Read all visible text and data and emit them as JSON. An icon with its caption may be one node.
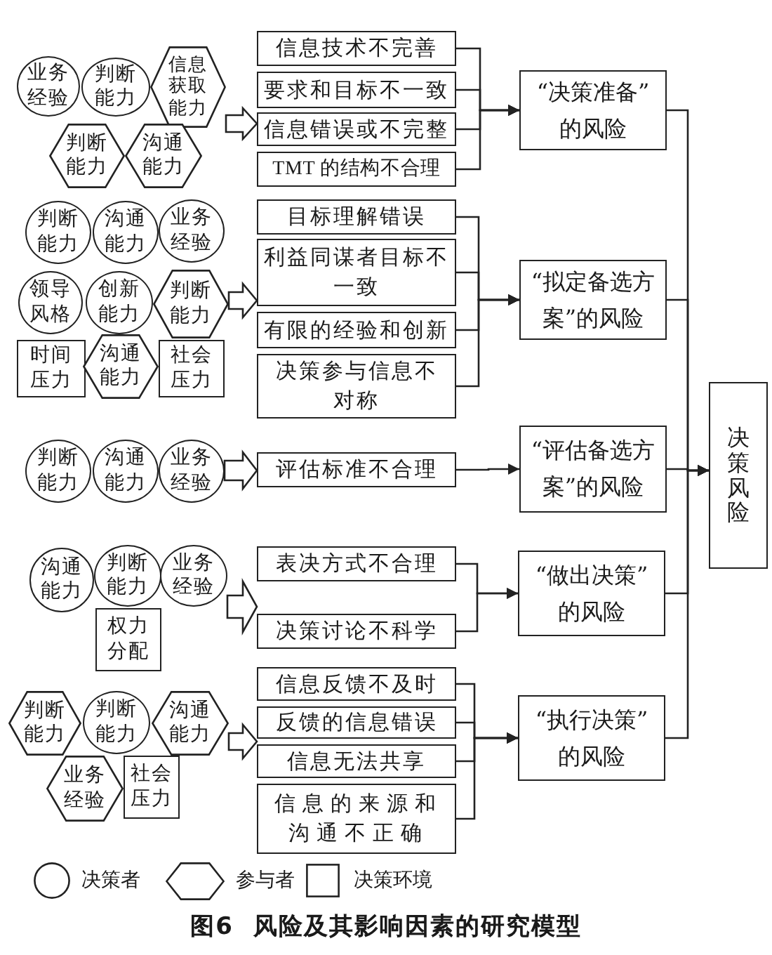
{
  "diagram": {
    "caption": "图6  风险及其影响因素的研究模型",
    "nodes": [
      {
        "text": [
          "业务经验"
        ]
      },
      {
        "text": [
          "判断能力"
        ]
      },
      {
        "text": [
          "信息获取能力"
        ]
      },
      {
        "text": [
          "判断能力"
        ]
      },
      {
        "text": [
          "沟通能力"
        ]
      },
      {
        "text": [
          "信息技术不完善"
        ]
      },
      {
        "text": [
          "要求和目标不一致"
        ]
      },
      {
        "text": [
          "信息错误或不完整"
        ]
      },
      {
        "text": [
          "TMT 的结构不合理"
        ]
      },
      {
        "text": [
          "“决策准备”的风险"
        ]
      },
      {
        "text": [
          "判断能力"
        ]
      },
      {
        "text": [
          "沟通能力"
        ]
      },
      {
        "text": [
          "业务经验"
        ]
      },
      {
        "text": [
          "领导风格"
        ]
      },
      {
        "text": [
          "创新能力"
        ]
      },
      {
        "text": [
          "判断能力"
        ]
      },
      {
        "text": [
          "时间压力"
        ]
      },
      {
        "text": [
          "沟通能力"
        ]
      },
      {
        "text": [
          "社会压力"
        ]
      },
      {
        "text": [
          "目标理解错误"
        ]
      },
      {
        "text": [
          "利益同谋者目标不一致"
        ]
      },
      {
        "text": [
          "有限的经验和创新"
        ]
      },
      {
        "text": [
          "决策参与信息不对称"
        ]
      },
      {
        "text": [
          "“拟定备选方案”的风险"
        ]
      },
      {
        "text": [
          "判断能力"
        ]
      },
      {
        "text": [
          "沟通能力"
        ]
      },
      {
        "text": [
          "业务经验"
        ]
      },
      {
        "text": [
          "评估标准不合理"
        ]
      },
      {
        "text": [
          "“评估备选方案”的风险"
        ]
      },
      {
        "text": [
          "决策风险"
        ]
      },
      {
        "text": [
          "沟通能力"
        ]
      },
      {
        "text": [
          "判断能力"
        ]
      },
      {
        "text": [
          "业务经验"
        ]
      },
      {
        "text": [
          "权力分配"
        ]
      },
      {
        "text": [
          "表决方式不合理"
        ]
      },
      {
        "text": [
          "决策讨论不科学"
        ]
      },
      {
        "text": [
          "“做出决策”的风险"
        ]
      },
      {
        "text": [
          "判断能力"
        ]
      },
      {
        "text": [
          "判断能力"
        ]
      },
      {
        "text": [
          "沟通能力"
        ]
      },
      {
        "text": [
          "业务经验"
        ]
      },
      {
        "text": [
          "社会压力"
        ]
      },
      {
        "text": [
          "信息反馈不及时"
        ]
      },
      {
        "text": [
          "反馈的信息错误"
        ]
      },
      {
        "text": [
          "信息无法共享"
        ]
      },
      {
        "text": [
          "信息的来源和沟通不正确"
        ]
      },
      {
        "text": [
          "“执行决策”的风险"
        ]
      }
    ],
    "edges": [
      {
        "from": 2,
        "to": 7,
        "arrow": "to",
        "style": "thick"
      },
      {
        "from": 5,
        "to": 9,
        "arrow": "to"
      },
      {
        "from": 6,
        "to": 9,
        "arrow": "to"
      },
      {
        "from": 7,
        "to": 9,
        "arrow": "to"
      },
      {
        "from": 8,
        "to": 9,
        "arrow": "to"
      },
      {
        "from": 9,
        "to": 29,
        "arrow": "to"
      },
      {
        "from": 15,
        "to": 20,
        "arrow": "to",
        "style": "thick"
      },
      {
        "from": 19,
        "to": 23,
        "arrow": "to"
      },
      {
        "from": 20,
        "to": 23,
        "arrow": "to"
      },
      {
        "from": 21,
        "to": 23,
        "arrow": "to"
      },
      {
        "from": 22,
        "to": 23,
        "arrow": "to"
      },
      {
        "from": 23,
        "to": 29,
        "arrow": "to"
      },
      {
        "from": 26,
        "to": 27,
        "arrow": "to",
        "style": "thick"
      },
      {
        "from": 27,
        "to": 28,
        "arrow": "to"
      },
      {
        "from": 28,
        "to": 29,
        "arrow": "to"
      },
      {
        "from": 32,
        "to": null,
        "arrow": "to",
        "style": "thick"
      },
      {
        "from": 34,
        "to": 36,
        "arrow": "to"
      },
      {
        "from": 35,
        "to": 36,
        "arrow": "to"
      },
      {
        "from": 36,
        "to": 29,
        "arrow": "to"
      },
      {
        "from": 39,
        "to": null,
        "arrow": "to",
        "style": "thick"
      },
      {
        "from": 42,
        "to": 46,
        "arrow": "to"
      },
      {
        "from": 43,
        "to": 46,
        "arrow": "to"
      },
      {
        "from": 44,
        "to": 46,
        "arrow": "to"
      },
      {
        "from": 45,
        "to": 46,
        "arrow": "to"
      },
      {
        "from": 46,
        "to": 29,
        "arrow": "to"
      }
    ],
    "legend": [
      {
        "text": "决策者"
      },
      {
        "text": "参与者"
      },
      {
        "text": "决策环境"
      }
    ]
  }
}
